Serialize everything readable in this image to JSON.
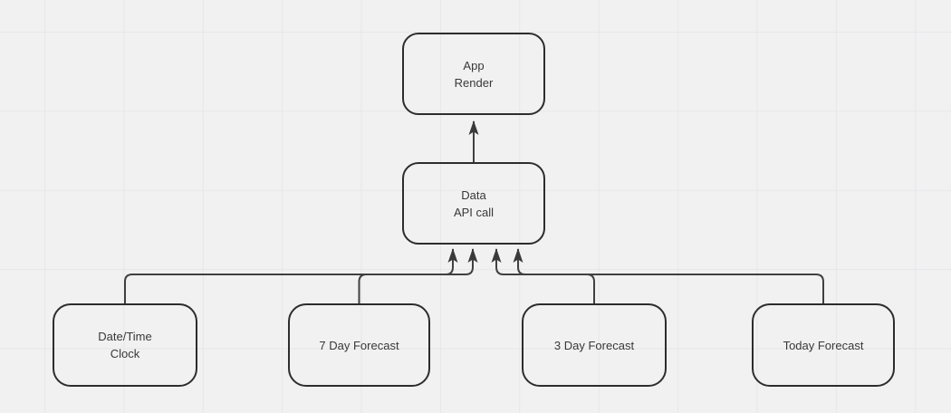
{
  "diagram": {
    "type": "flowchart",
    "canvas": {
      "background_color": "#f1f1f2",
      "grid_color": "#e7e7e9",
      "grid_visible": true
    },
    "style": {
      "node_border_color": "#2d2d2d",
      "node_fill": "transparent",
      "edge_color": "#404040",
      "text_color": "#383838"
    },
    "nodes": [
      {
        "id": "app-render",
        "label": "App\nRender"
      },
      {
        "id": "data-api-call",
        "label": "Data\nAPI call"
      },
      {
        "id": "date-time-clock",
        "label": "Date/Time\nClock"
      },
      {
        "id": "seven-day-forecast",
        "label": "7 Day Forecast"
      },
      {
        "id": "three-day-forecast",
        "label": "3 Day Forecast"
      },
      {
        "id": "today-forecast",
        "label": "Today Forecast"
      }
    ],
    "edges": [
      {
        "from": "data-api-call",
        "to": "app-render",
        "arrow": "up"
      },
      {
        "from": "date-time-clock",
        "to": "data-api-call",
        "arrow": "up"
      },
      {
        "from": "seven-day-forecast",
        "to": "data-api-call",
        "arrow": "up"
      },
      {
        "from": "three-day-forecast",
        "to": "data-api-call",
        "arrow": "up"
      },
      {
        "from": "today-forecast",
        "to": "data-api-call",
        "arrow": "up"
      }
    ]
  }
}
